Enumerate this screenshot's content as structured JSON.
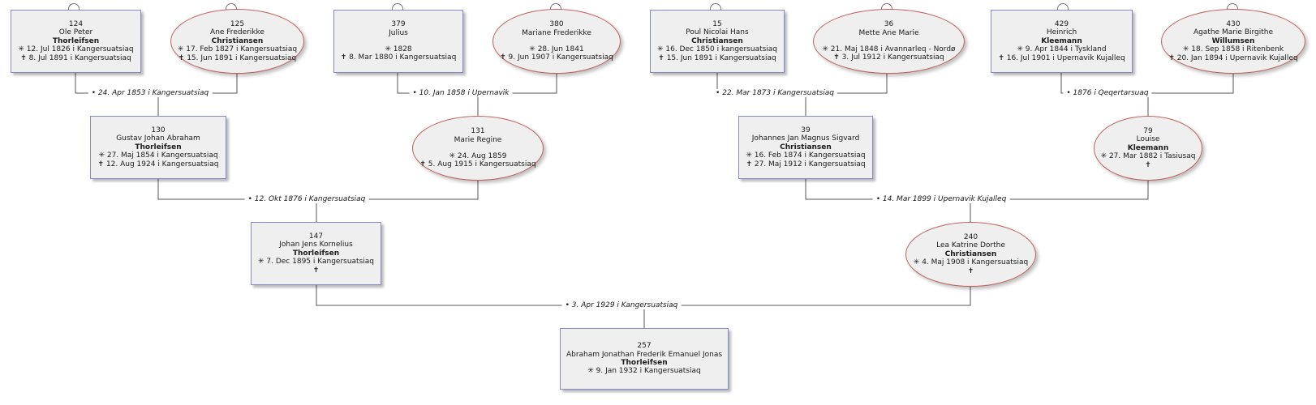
{
  "people": [
    {
      "key": "p124",
      "id": "124",
      "given": "Ole Peter",
      "surname": "Thorleifsen",
      "birth": "✳ 12. Jul 1826 i  Kangersuatsiaq",
      "death": "✝ 8. Jul 1891 i  Kangersuatsiaq"
    },
    {
      "key": "p125",
      "id": "125",
      "given": "Ane Frederikke",
      "surname": "Christiansen",
      "birth": "✳ 17. Feb 1827 i  Kangersuatsiaq",
      "death": "✝ 15. Jun 1891 i  Kangersuatsiaq"
    },
    {
      "key": "p379",
      "id": "379",
      "given": "Julius",
      "surname": "",
      "birth": "✳ 1828",
      "death": "✝ 8. Mar 1880 i  Kangersuatsiaq"
    },
    {
      "key": "p380",
      "id": "380",
      "given": "Mariane Frederikke",
      "surname": "",
      "birth": "✳ 28. Jun 1841",
      "death": "✝ 9. Jun 1907 i  Kangersuatsiaq"
    },
    {
      "key": "p15",
      "id": "15",
      "given": "Poul Nicolai Hans",
      "surname": "Christiansen",
      "birth": "✳ 16. Dec 1850 i  kangersuatsiaq",
      "death": "✝ 15. Jun 1891 i  Kangersuatsiaq"
    },
    {
      "key": "p36",
      "id": "36",
      "given": "Mette Ane Marie",
      "surname": "",
      "birth": "✳ 21. Maj 1848 i  Avannarleq - Nordø",
      "death": "✝ 3. Jul 1912 i  Kangersuatsiaq"
    },
    {
      "key": "p429",
      "id": "429",
      "given": "Heinrich",
      "surname": "Kleemann",
      "birth": "✳ 9. Apr 1844 i  Tyskland",
      "death": "✝ 16. Jul 1901 i  Upernavik Kujalleq"
    },
    {
      "key": "p430",
      "id": "430",
      "given": "Agathe Marie Birgithe",
      "surname": "Willumsen",
      "birth": "✳ 18. Sep 1858 i  Ritenbenk",
      "death": "✝ 20. Jan 1894 i  Upernavik Kujalleq"
    },
    {
      "key": "p130",
      "id": "130",
      "given": "Gustav Johan Abraham",
      "surname": "Thorleifsen",
      "birth": "✳ 27. Maj 1854 i  Kangersuatsiaq",
      "death": "✝ 12. Aug 1924 i  Kangersuatsiaq"
    },
    {
      "key": "p131",
      "id": "131",
      "given": "Marie Regine",
      "surname": "",
      "birth": "✳ 24. Aug 1859",
      "death": "✝ 5. Aug 1915 i  Kangersuatsiaq"
    },
    {
      "key": "p39",
      "id": "39",
      "given": "Johannes Jan Magnus Sigvard",
      "surname": "Christiansen",
      "birth": "✳ 16. Feb 1874 i  Kangersuatsiaq",
      "death": "✝ 27. Maj 1912 i  Kangersuatsiaq"
    },
    {
      "key": "p79",
      "id": "79",
      "given": "Louise",
      "surname": "Kleemann",
      "birth": "✳ 27. Mar 1882 i  Tasiusaq",
      "death": "✝"
    },
    {
      "key": "p147",
      "id": "147",
      "given": "Johan Jens Kornelius",
      "surname": "Thorleifsen",
      "birth": "✳ 7. Dec 1895 i  Kangersuatsiaq",
      "death": "✝"
    },
    {
      "key": "p240",
      "id": "240",
      "given": "Lea Katrine Dorthe",
      "surname": "Christiansen",
      "birth": "✳ 4. Maj 1908 i  Kangersuatsiaq",
      "death": "✝"
    },
    {
      "key": "p257",
      "id": "257",
      "given": "Abraham Jonathan Frederik Emanuel Jonas",
      "surname": "Thorleifsen",
      "birth": "✳ 9. Jan 1932 i  Kangersuatsiaq",
      "death": ""
    }
  ],
  "marriages": [
    {
      "key": "m1",
      "label": "24. Apr 1853 i  Kangersuatsiaq"
    },
    {
      "key": "m2",
      "label": "10. Jan 1858 i  Upernavik"
    },
    {
      "key": "m3",
      "label": "22. Mar 1873 i  Kangersuatsiaq"
    },
    {
      "key": "m4",
      "label": "1876 i  Qeqertarsuaq"
    },
    {
      "key": "m5",
      "label": "12. Okt 1876 i  Kangersuatsiaq"
    },
    {
      "key": "m6",
      "label": "14. Mar 1899 i  Upernavik Kujalleq"
    },
    {
      "key": "m7",
      "label": "3. Apr 1929 i  Kangersuatsiaq"
    }
  ],
  "colors": {
    "male_border": "#8888cc",
    "female_border": "#c06060",
    "node_fill": "#efefef",
    "line": "#555555"
  }
}
